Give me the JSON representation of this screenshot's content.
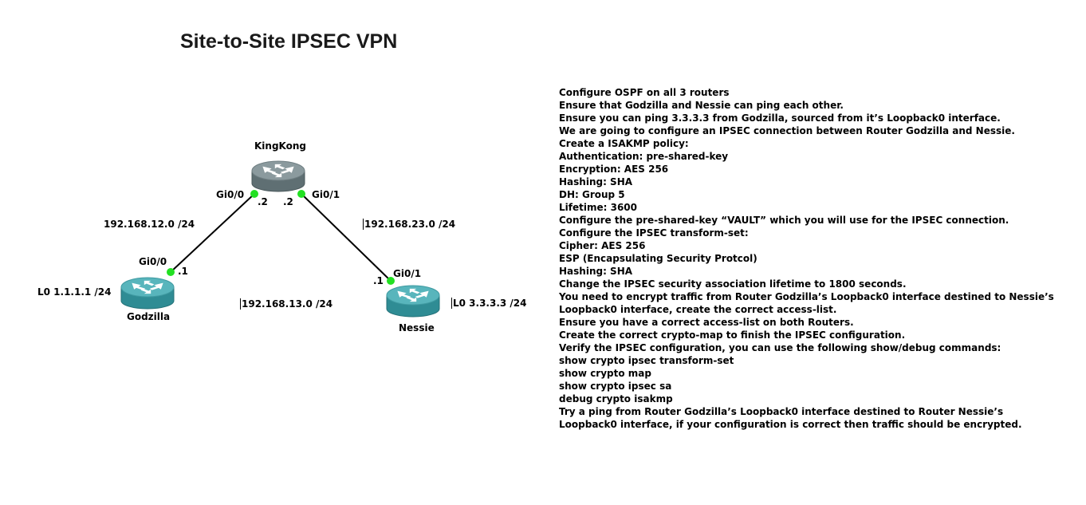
{
  "title": "Site-to-Site IPSEC VPN",
  "routers": {
    "kingkong": {
      "name": "KingKong"
    },
    "godzilla": {
      "name": "Godzilla",
      "loopback": "L0 1.1.1.1 /24"
    },
    "nessie": {
      "name": "Nessie",
      "loopback": "L0 3.3.3.3 /24"
    }
  },
  "interfaces": {
    "kk_gi00": {
      "name": "Gi0/0",
      "host": ".2"
    },
    "kk_gi01": {
      "name": "Gi0/1",
      "host": ".2"
    },
    "gz_gi00": {
      "name": "Gi0/0",
      "host": ".1"
    },
    "ns_gi01": {
      "name": "Gi0/1",
      "host": ".1"
    }
  },
  "networks": {
    "n12": "192.168.12.0 /24",
    "n23": "192.168.23.0 /24",
    "n13": "192.168.13.0 /24"
  },
  "colors": {
    "router_body": "#2f8c94",
    "router_top": "#58b5bc",
    "router_core_body": "#5f6f73",
    "router_core_top": "#8b9a9e",
    "link": "#000000",
    "link_up": "#22e022"
  },
  "instructions": [
    "Configure OSPF on all 3 routers",
    "Ensure that Godzilla and Nessie can ping each other.",
    "Ensure you can ping 3.3.3.3 from Godzilla, sourced from it’s Loopback0 interface.",
    "We are going to configure an IPSEC connection between Router Godzilla and Nessie.",
    "Create a ISAKMP policy:",
    "Authentication: pre-shared-key",
    "Encryption: AES 256",
    "Hashing: SHA",
    "DH: Group 5",
    "Lifetime: 3600",
    "Configure the pre-shared-key “VAULT” which you will use for the IPSEC connection.",
    "Configure the IPSEC transform-set:",
    "Cipher: AES 256",
    "ESP (Encapsulating Security Protcol)",
    "Hashing: SHA",
    "Change the IPSEC security association lifetime to 1800 seconds.",
    "You need to encrypt traffic from Router Godzilla’s Loopback0 interface destined to Nessie’s",
    "Loopback0 interface, create the correct access-list.",
    "Ensure you have a correct access-list on both Routers.",
    "Create the correct crypto-map to finish the IPSEC configuration.",
    "Verify the IPSEC configuration, you can use the following show/debug commands:",
    "show crypto ipsec transform-set",
    "show crypto map",
    "show crypto ipsec sa",
    "debug crypto isakmp",
    "Try a ping from Router Godzilla’s Loopback0 interface destined to Router Nessie’s",
    "Loopback0 interface, if your configuration is correct then traffic should be encrypted."
  ]
}
